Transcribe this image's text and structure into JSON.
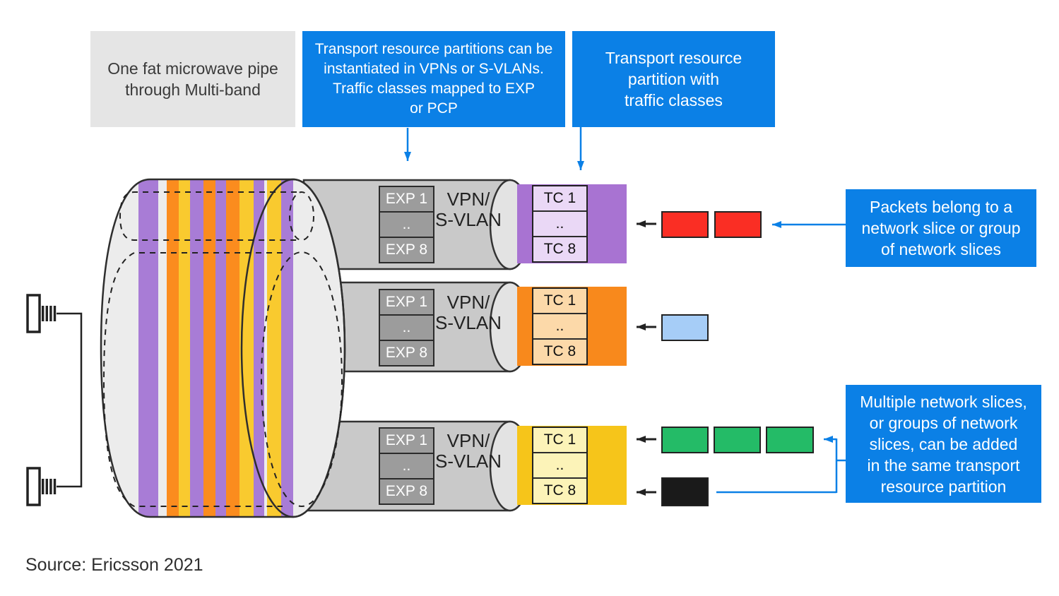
{
  "callouts": {
    "pipe_label": "One fat microwave pipe\nthrough Multi-band",
    "partition_instantiation": "Transport resource partitions can be\ninstantiated in VPNs or S-VLANs.\nTraffic classes mapped to EXP\nor PCP",
    "partition_traffic": "Transport resource\npartition with\ntraffic classes",
    "packets_belong": "Packets belong to a\nnetwork slice or group\nof network slices",
    "multiple_slices": "Multiple network slices,\nor groups of network\nslices, can be added\nin the same transport\nresource partition"
  },
  "pipes": {
    "rows": [
      {
        "band": "purple",
        "vpn": "VPN/\nS-VLAN",
        "exp": [
          "EXP 1",
          "..",
          "EXP 8"
        ],
        "tc": [
          "TC 1",
          "..",
          "TC 8"
        ]
      },
      {
        "band": "orange",
        "vpn": "VPN/\nS-VLAN",
        "exp": [
          "EXP 1",
          "..",
          "EXP 8"
        ],
        "tc": [
          "TC 1",
          "..",
          "TC 8"
        ]
      },
      {
        "band": "yellow",
        "vpn": "VPN/\nS-VLAN",
        "exp": [
          "EXP 1",
          "..",
          "EXP 8"
        ],
        "tc": [
          "TC 1",
          "..",
          "TC 8"
        ]
      }
    ]
  },
  "packets": {
    "red_count": 2,
    "blue_count": 1,
    "green_count": 3,
    "black_count": 1
  },
  "icons": {
    "antenna_top": "antenna-icon",
    "antenna_bottom": "antenna-icon"
  },
  "colors": {
    "accent_blue": "#0b80e6",
    "purple_band": "#a873d2",
    "purple_light": "#ead8f6",
    "orange_band": "#f8891c",
    "orange_light": "#fcd9a9",
    "yellow_band": "#f6c51a",
    "yellow_light": "#fcf3b8",
    "stripe_purple": "#a87cd6",
    "stripe_orange": "#fb8c1e",
    "stripe_yellow": "#f9ca2f",
    "packet_red": "#fa2e24",
    "packet_blue": "#a6cdf7",
    "packet_green": "#24bb67",
    "packet_black": "#1a1a1a",
    "pipe_fill": "#ececec",
    "cylinder_fill": "#c9c9c9"
  },
  "source": "Source: Ericsson 2021"
}
